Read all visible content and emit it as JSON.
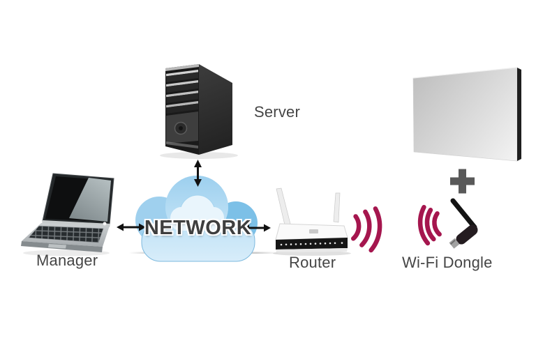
{
  "diagram": {
    "background": "#ffffff",
    "labels": {
      "network": "NETWORK",
      "server": "Server",
      "manager": "Manager",
      "router": "Router",
      "wifi_dongle": "Wi-Fi Dongle"
    },
    "nodes": [
      {
        "id": "manager",
        "label": "Manager",
        "icon": "laptop-icon"
      },
      {
        "id": "server",
        "label": "Server",
        "icon": "server-tower-icon"
      },
      {
        "id": "network",
        "label": "NETWORK",
        "icon": "network-cloud-icon"
      },
      {
        "id": "router",
        "label": "Router",
        "icon": "router-icon"
      },
      {
        "id": "display",
        "label": "",
        "icon": "display-panel-icon"
      },
      {
        "id": "wifi-dongle",
        "label": "Wi-Fi Dongle",
        "icon": "usb-wifi-dongle-icon"
      }
    ],
    "connections": [
      {
        "from": "manager",
        "to": "network",
        "type": "double-arrow"
      },
      {
        "from": "server",
        "to": "network",
        "type": "double-arrow"
      },
      {
        "from": "network",
        "to": "router",
        "type": "double-arrow"
      },
      {
        "from": "router",
        "to": "wifi-dongle",
        "type": "wireless-signal"
      },
      {
        "from": "display",
        "to": "wifi-dongle",
        "type": "plus-combination"
      }
    ],
    "colors": {
      "wifi_signal": "#a5164e",
      "cloud_top": "#9ccfee",
      "cloud_bottom": "#d8edfa",
      "label_text": "#454545",
      "network_text": "#3e3e3e",
      "arrow": "#111111",
      "plus": "#595959"
    }
  }
}
